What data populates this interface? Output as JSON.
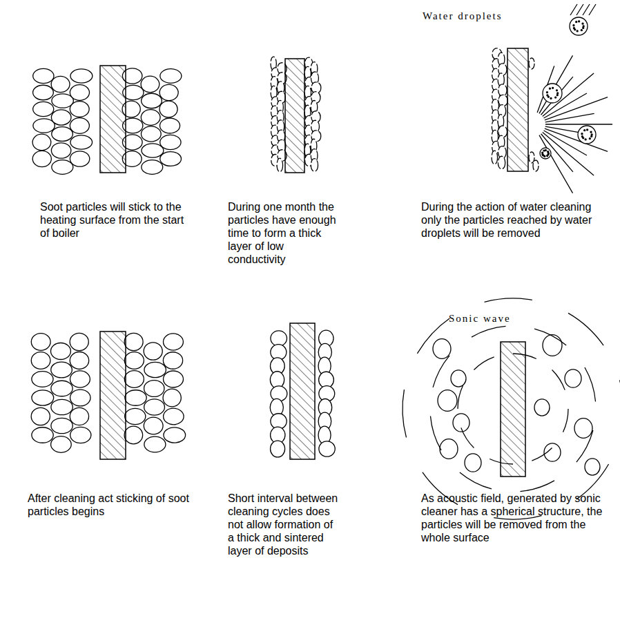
{
  "diagram": {
    "labels": [
      "Soot particles will stick to the heating surface from the start of boiler",
      "During one month the particles have enough time to form a thick layer of low conductivity",
      "Water droplets",
      "During the action of water cleaning only the particles reached by water droplets will be removed",
      "After cleaning act sticking of soot particles begins",
      "Short interval between cleaning cycles does not allow formation of a thick and sintered layer of deposits",
      "Sonic wave",
      "As acoustic field, generated by sonic cleaner has a spherical structure, the particles will be removed from the whole surface"
    ]
  }
}
